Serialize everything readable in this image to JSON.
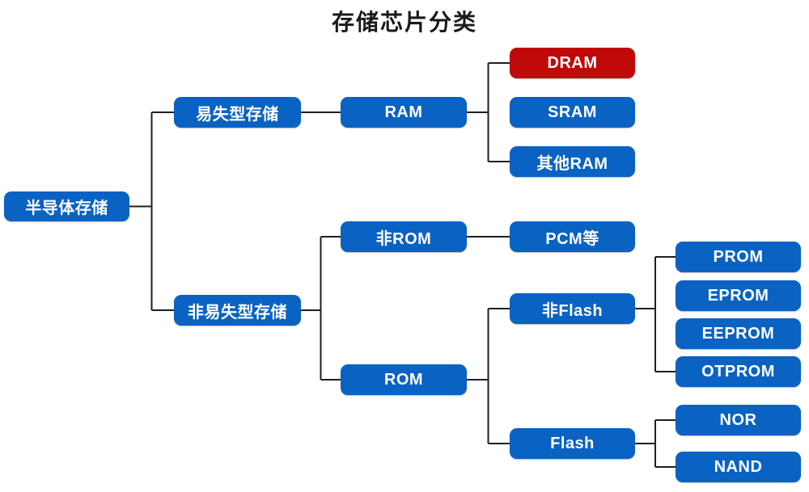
{
  "title": "存储芯片分类",
  "colors": {
    "node_blue": "#0a62c3",
    "node_red": "#c00a0a",
    "connector": "#1f1f1f",
    "node_text": "#ffffff",
    "title_text": "#1a1a1a"
  },
  "tree": {
    "nodes": [
      {
        "id": "root",
        "label": "半导体存储",
        "color": "node_blue"
      },
      {
        "id": "volatile",
        "label": "易失型存储",
        "color": "node_blue"
      },
      {
        "id": "nonvolatile",
        "label": "非易失型存储",
        "color": "node_blue"
      },
      {
        "id": "ram",
        "label": "RAM",
        "color": "node_blue"
      },
      {
        "id": "nonrom",
        "label": "非ROM",
        "color": "node_blue"
      },
      {
        "id": "rom",
        "label": "ROM",
        "color": "node_blue"
      },
      {
        "id": "dram",
        "label": "DRAM",
        "color": "node_red"
      },
      {
        "id": "sram",
        "label": "SRAM",
        "color": "node_blue"
      },
      {
        "id": "otherram",
        "label": "其他RAM",
        "color": "node_blue"
      },
      {
        "id": "pcm",
        "label": "PCM等",
        "color": "node_blue"
      },
      {
        "id": "nonflash",
        "label": "非Flash",
        "color": "node_blue"
      },
      {
        "id": "flash",
        "label": "Flash",
        "color": "node_blue"
      },
      {
        "id": "prom",
        "label": "PROM",
        "color": "node_blue"
      },
      {
        "id": "eprom",
        "label": "EPROM",
        "color": "node_blue"
      },
      {
        "id": "eeprom",
        "label": "EEPROM",
        "color": "node_blue"
      },
      {
        "id": "otprom",
        "label": "OTPROM",
        "color": "node_blue"
      },
      {
        "id": "nor",
        "label": "NOR",
        "color": "node_blue"
      },
      {
        "id": "nand",
        "label": "NAND",
        "color": "node_blue"
      }
    ],
    "edges": [
      {
        "from": "root",
        "to": [
          "volatile",
          "nonvolatile"
        ]
      },
      {
        "from": "volatile",
        "to": [
          "ram"
        ]
      },
      {
        "from": "ram",
        "to": [
          "dram",
          "sram",
          "otherram"
        ]
      },
      {
        "from": "nonvolatile",
        "to": [
          "nonrom",
          "rom"
        ]
      },
      {
        "from": "nonrom",
        "to": [
          "pcm"
        ]
      },
      {
        "from": "rom",
        "to": [
          "nonflash",
          "flash"
        ]
      },
      {
        "from": "nonflash",
        "to": [
          "prom",
          "eprom",
          "eeprom",
          "otprom"
        ]
      },
      {
        "from": "flash",
        "to": [
          "nor",
          "nand"
        ]
      }
    ]
  }
}
